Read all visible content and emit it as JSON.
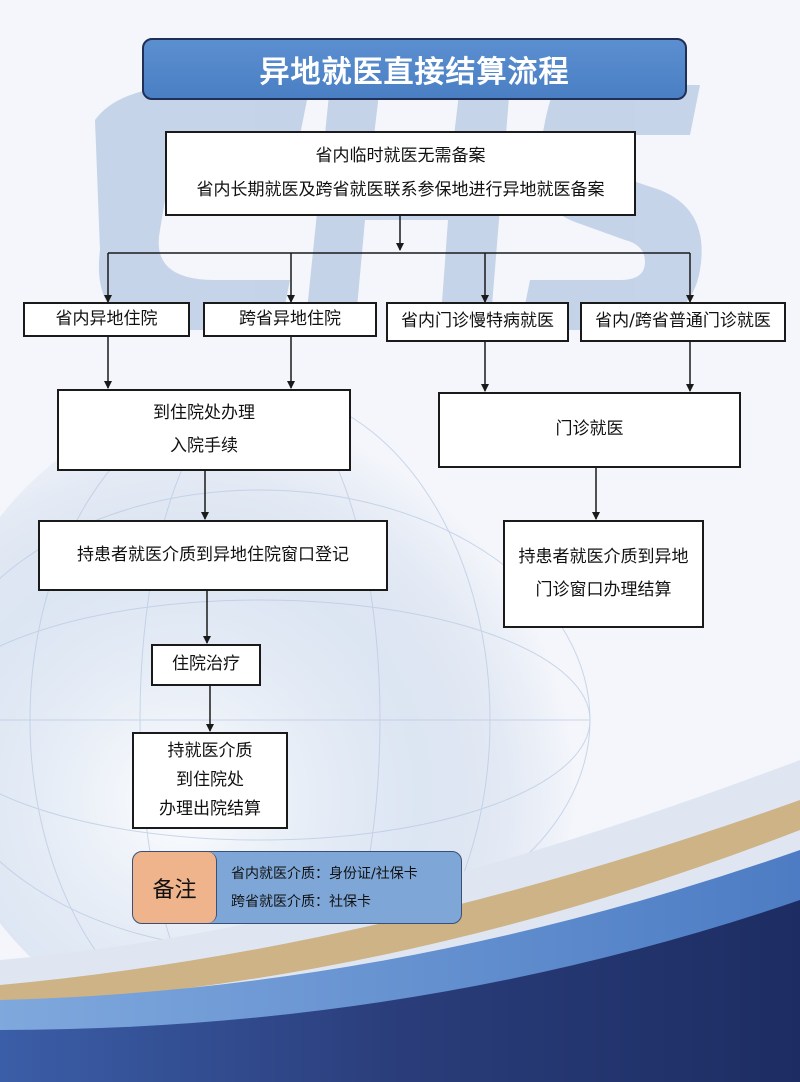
{
  "title": "异地就医直接结算流程",
  "top_box": {
    "lines": [
      "省内临时就医无需备案",
      "省内长期就医及跨省就医联系参保地进行异地就医备案"
    ]
  },
  "branches": [
    "省内异地住院",
    "跨省异地住院",
    "省内门诊慢特病就医",
    "省内/跨省普通门诊就医"
  ],
  "inpatient": {
    "admission_lines": [
      "到住院处办理",
      "入院手续"
    ],
    "register": "持患者就医介质到异地住院窗口登记",
    "treatment": "住院治疗",
    "discharge_lines": [
      "持就医介质",
      "到住院处",
      "办理出院结算"
    ]
  },
  "outpatient": {
    "visit": "门诊就医",
    "settle_lines": [
      "持患者就医介质到异地",
      "门诊窗口办理结算"
    ]
  },
  "note": {
    "tag": "备注",
    "lines": [
      "省内就医介质：身份证/社保卡",
      "跨省就医介质：社保卡"
    ]
  },
  "colors": {
    "title_bg": "#4a7fc4",
    "note_bg": "#7ea7d8",
    "note_tag_bg": "#f0b48c",
    "bottom_band": "#2a3d7a"
  }
}
